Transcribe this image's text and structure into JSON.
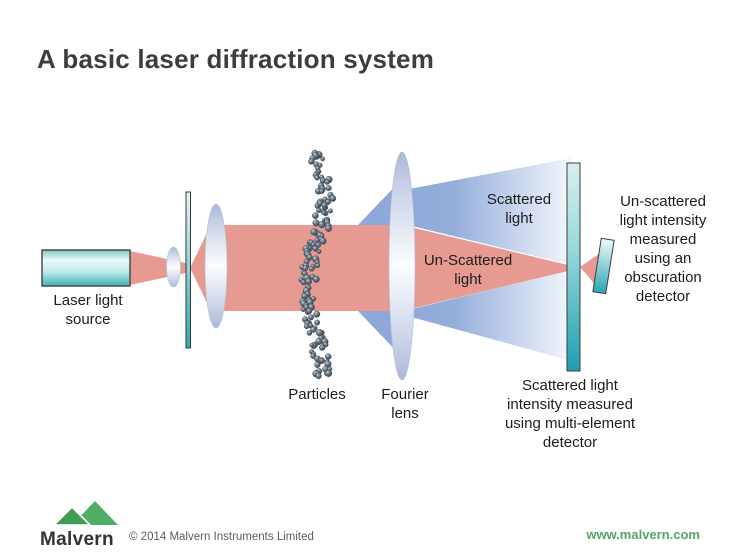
{
  "slide": {
    "title": "A basic laser diffraction system"
  },
  "diagram": {
    "labels": {
      "laser_source": "Laser light\nsource",
      "particles": "Particles",
      "fourier_lens": "Fourier\nlens",
      "scattered_light": "Scattered\nlight",
      "unscattered_light": "Un-Scattered\nlight",
      "multi_element_detector": "Scattered light\nintensity measured\nusing multi-element\ndetector",
      "obscuration_detector": "Un-scattered\nlight intensity\nmeasured\nusing an\nobscuration\ndetector"
    },
    "colors": {
      "beam_red": "#e69a92",
      "scattered_blue": "#8ea9d9",
      "detector_teal": "#1d9fae",
      "laser_teal": "#41b1ba",
      "lens_blue_gray": "#aab8d8"
    }
  },
  "footer": {
    "logo_text": "Malvern",
    "copyright": "© 2014 Malvern Instruments Limited",
    "website": "www.malvern.com",
    "brand_green": "#4fae63",
    "brand_green_dark": "#3f9d53"
  }
}
